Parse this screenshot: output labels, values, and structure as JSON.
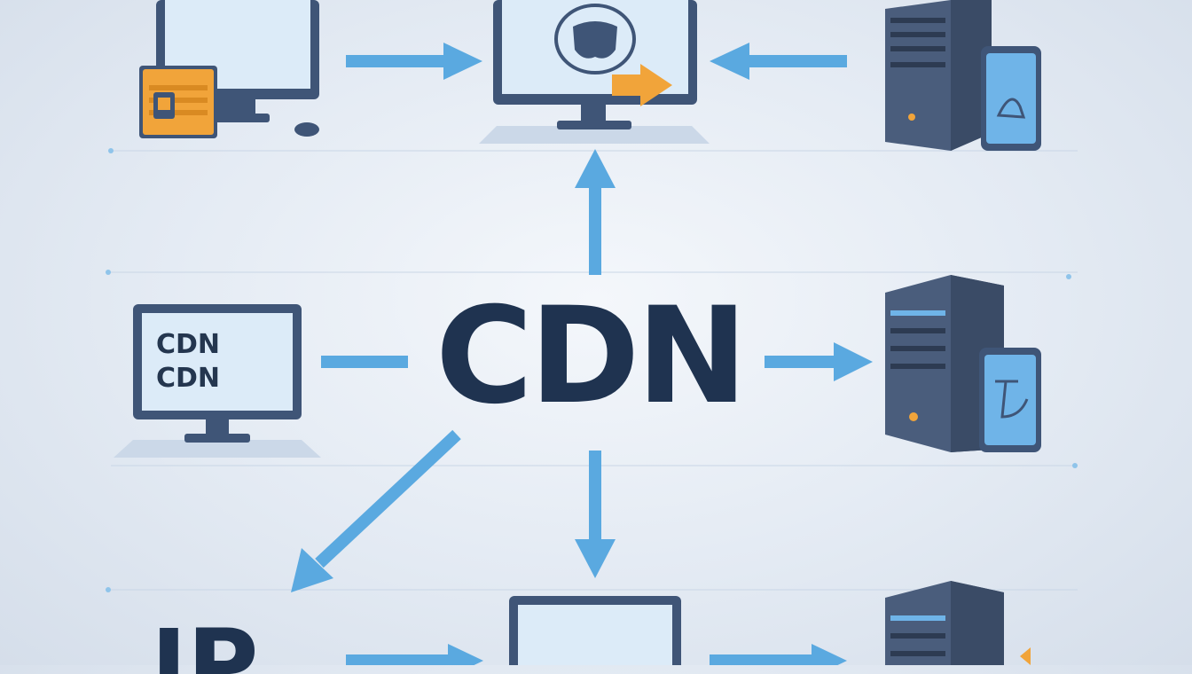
{
  "center_label": "CDN",
  "left_screen_lines": [
    "CDN",
    "CDN"
  ],
  "bottom_left_label": "IP",
  "colors": {
    "arrow": "#5aa9e0",
    "text_dark": "#1f3350",
    "monitor_frame": "#3f5577",
    "screen": "#dcebf8",
    "server": "#4a5d7c",
    "accent_orange": "#f1a43a",
    "accent_blue": "#6fb4e8"
  },
  "icons": [
    "desktop-with-folder-icon",
    "monitor-with-mask-icon",
    "server-with-phone-icon",
    "monitor-cdn-icon",
    "server-with-phone-icon",
    "desktop-monitor-icon",
    "server-icon",
    "arrow-icons"
  ]
}
